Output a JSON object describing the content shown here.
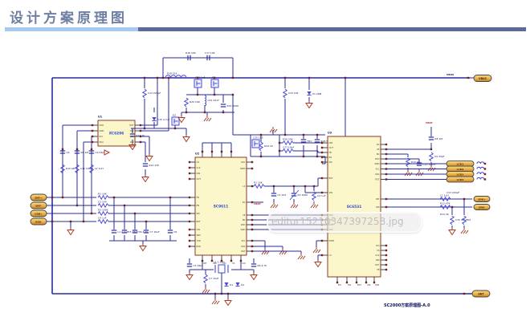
{
  "header": {
    "title": "设计方案原理图"
  },
  "watermark": {
    "text": "editor15210347397258.jpg"
  },
  "caption": {
    "text": "SC2000方案原理图-A.0"
  },
  "colors": {
    "bar_light": "#a6caee",
    "bar_dark": "#5c6b95",
    "wire": "#2b2b9e",
    "component": "#4a4ad8",
    "junction": "#7d1d12",
    "ground": "#aa3a22",
    "ic_fill": "#fcf6cb",
    "ic_border": "#8a3a28",
    "ic_text": "#2b48d0",
    "pin_text": "#3a3a3a",
    "label_text": "#13135c",
    "red_label": "#b03020",
    "conn_stroke": "#444444",
    "conn_text": "#4a2800",
    "conn_gold_1": "#f8dd8e",
    "conn_gold_2": "#e9b04a",
    "conn_gold_3": "#c8821e"
  },
  "ics": {
    "u1": {
      "ref": "U1",
      "part": "XC6206"
    },
    "u2": {
      "ref": "U2",
      "part": "SC9611"
    },
    "u3": {
      "ref": "U3",
      "part": "SC6531"
    }
  },
  "connectors": {
    "left": [
      "BAT+",
      "BAT-",
      "USB+",
      "USB-"
    ],
    "right_top": "VBUS",
    "right_stack": [
      "LCD1",
      "LCD2",
      "LCD3",
      "LCD4"
    ],
    "right_mid": [
      "SPK+",
      "SPK-"
    ],
    "right_bottom": "ANT"
  },
  "net_labels": {
    "vbus": "VBUS",
    "vbat1": "VBAT",
    "vbat2": "VBAT"
  },
  "pin_pool": [
    "VDD",
    "GND",
    "SCL",
    "SDA",
    "RST",
    "INT",
    "XIN",
    "VIO",
    "CS",
    "CLK",
    "DIN",
    "OUT",
    "FB",
    "EN",
    "SW",
    "BST",
    "VIN",
    "SNS",
    "TXD",
    "RXD",
    "ADC",
    "PWM",
    "LX",
    "PG",
    "CE",
    "NC"
  ],
  "label_pool": [
    "R1 10K",
    "C2 104",
    "R3 100K",
    "C4 1uF",
    "L1 2.2uH",
    "C5 18pF",
    "R6 4.7K",
    "C7 10uF",
    "D1",
    "Q1",
    "R8 1M",
    "C9 33pF",
    "R10 0R",
    "C11 100nF",
    "L2 1uH",
    "R12 47K",
    "C13 220pF",
    "R14 2K",
    "C15 4.7uF",
    "D2",
    "R16 33K",
    "C17 104",
    "R18 51K",
    "C19 1nF",
    "Q2",
    "R20 10R",
    "C21 22uF",
    "R22 300K",
    "C23 102",
    "X1 26M",
    "R24 1K",
    "C25 105",
    "R26 20K",
    "C27 10pF",
    "FB1",
    "R28 56K"
  ]
}
